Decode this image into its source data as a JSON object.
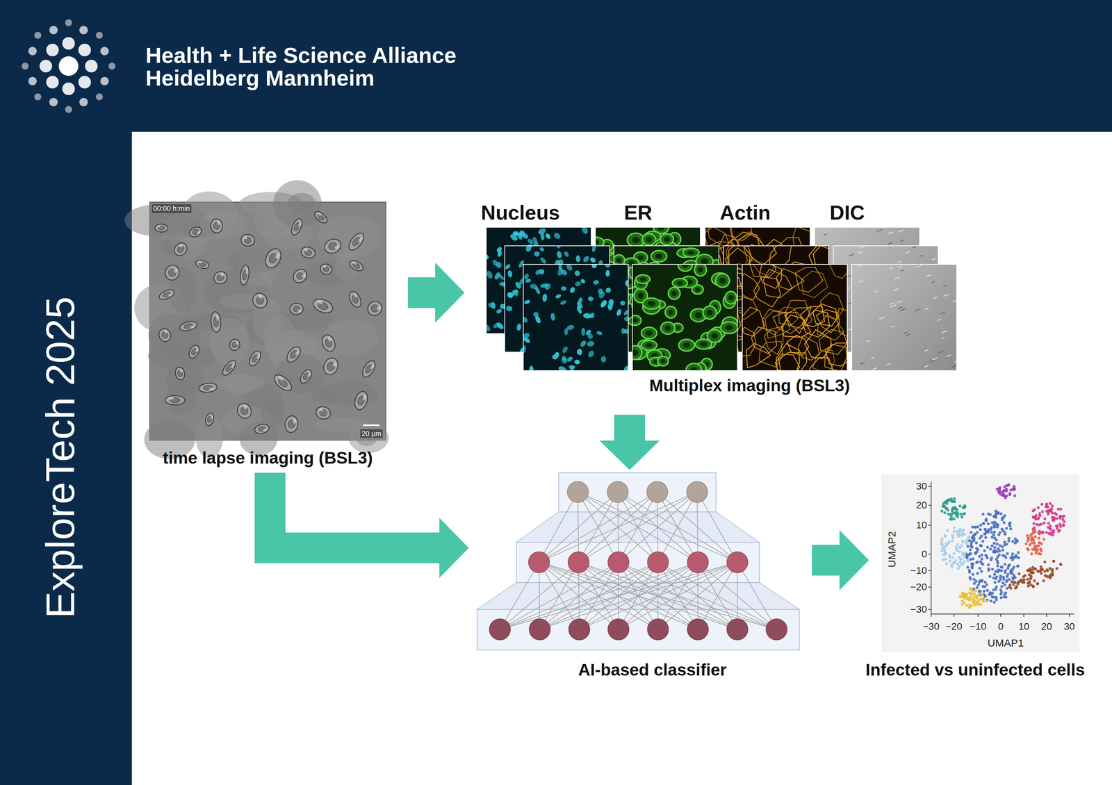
{
  "diagram": {
    "nodes": [
      {
        "text": [
          "00:00 h:min",
          "20 µm",
          "time lapse imaging (BSL3)"
        ]
      },
      {
        "text": [
          "Multiplex imaging (BSL3)"
        ]
      },
      {
        "text": [
          "Nucleus"
        ],
        "in": 1
      },
      {
        "text": [
          "ER"
        ],
        "in": 1
      },
      {
        "text": [
          "Actin"
        ],
        "in": 1
      },
      {
        "text": [
          "DIC"
        ],
        "in": 1
      },
      {
        "text": [
          "AI-based classifier"
        ]
      },
      {
        "text": [
          "Infected vs uninfected cells"
        ]
      }
    ],
    "edges": [
      {
        "from": 0,
        "to": 1,
        "arrow": "to"
      },
      {
        "from": 1,
        "to": 6,
        "arrow": "to"
      },
      {
        "from": 0,
        "to": 6,
        "arrow": "to"
      },
      {
        "from": 6,
        "to": 7,
        "arrow": "to"
      }
    ],
    "labels": [
      "Health + Life Science Alliance",
      "Heidelberg Mannheim",
      "ExploreTech 2025",
      "30",
      "20",
      "10",
      "0",
      "−10",
      "−20",
      "−30",
      "−30",
      "−20",
      "−10",
      "0",
      "10",
      "20",
      "30",
      "UMAP2",
      "UMAP1"
    ]
  }
}
